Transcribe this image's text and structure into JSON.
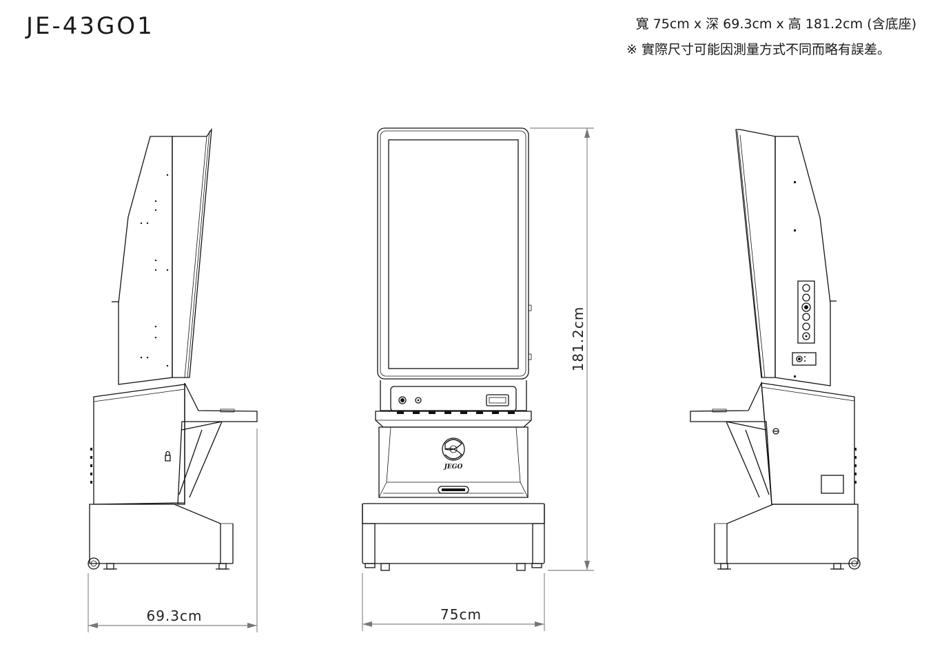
{
  "header": {
    "model": "JE-43GO1",
    "dimensions_line": "寬 75cm x 深 69.3cm x 高 181.2cm (含底座)",
    "note_line": "※ 實際尺寸可能因測量方式不同而略有誤差。"
  },
  "dimensions": {
    "depth": "69.3cm",
    "width": "75cm",
    "height": "181.2cm"
  },
  "logo": {
    "text": "JEGO"
  }
}
